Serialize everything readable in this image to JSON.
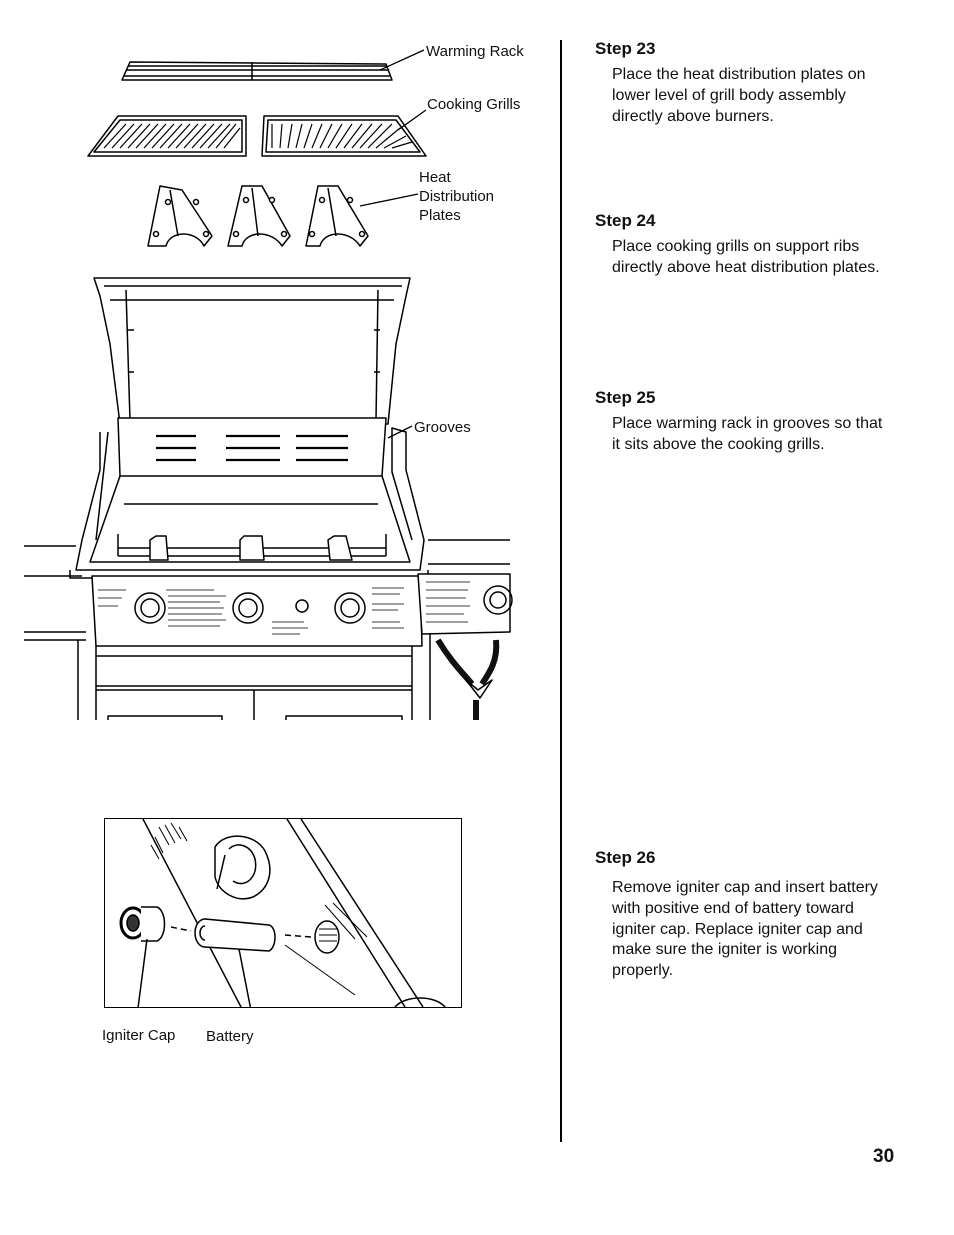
{
  "labels": {
    "warming_rack": "Warming Rack",
    "cooking_grills": "Cooking Grills",
    "heat_plates_line1": "Heat",
    "heat_plates_line2": "Distribution",
    "heat_plates_line3": "Plates",
    "grooves": "Grooves",
    "igniter_cap": "Igniter Cap",
    "battery": "Battery"
  },
  "steps": [
    {
      "title": "Step 23",
      "text": "Place the heat distribution plates on lower level of grill body assembly directly above burners."
    },
    {
      "title": "Step 24",
      "text": "Place cooking grills on support ribs directly above heat distribution plates."
    },
    {
      "title": "Step 25",
      "text": "Place warming rack in grooves so that it sits above the cooking grills."
    },
    {
      "title": "Step 26",
      "text": "Remove igniter cap and insert battery with positive end of battery toward igniter cap. Replace igniter cap and make sure the igniter is working properly."
    }
  ],
  "page_number": "30"
}
